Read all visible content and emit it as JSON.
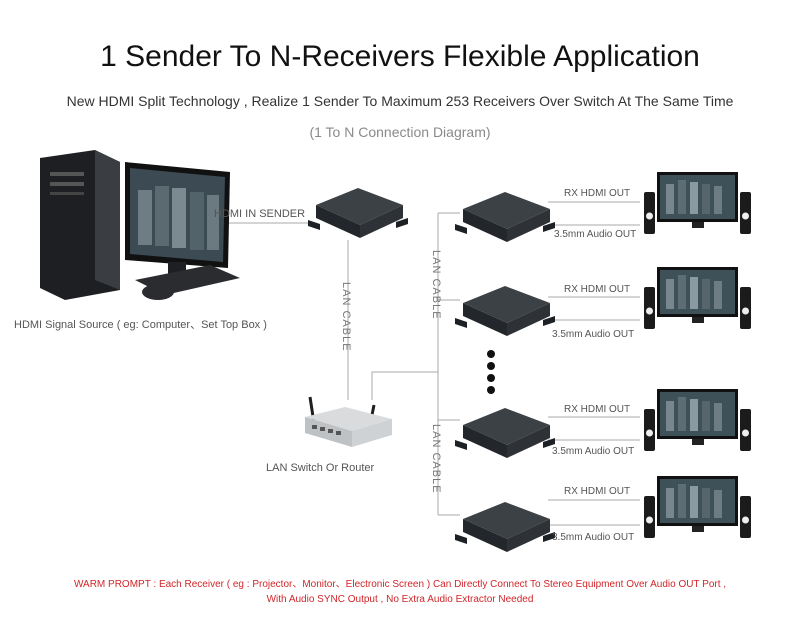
{
  "header": {
    "title": "1 Sender To N-Receivers Flexible Application",
    "subtitle": "New HDMI Split Technology , Realize 1 Sender To Maximum 253 Receivers Over Switch At The Same Time",
    "caption": "(1 To N Connection Diagram)"
  },
  "source": {
    "label": "HDMI Signal Source ( eg: Computer、Set Top Box )"
  },
  "sender": {
    "label": "HDMI IN SENDER"
  },
  "cables": {
    "lan_label_1": "LAN CABLE",
    "lan_label_2": "LAN CABLE",
    "lan_label_3": "LAN CABLE"
  },
  "switch": {
    "label": "LAN Switch Or Router"
  },
  "receivers": [
    {
      "hdmi_label": "RX HDMI OUT",
      "audio_label": "3.5mm Audio OUT"
    },
    {
      "hdmi_label": "RX HDMI OUT",
      "audio_label": "3.5mm Audio OUT"
    },
    {
      "hdmi_label": "RX HDMI OUT",
      "audio_label": "3.5mm Audio OUT"
    },
    {
      "hdmi_label": "RX HDMI OUT",
      "audio_label": "3.5mm Audio OUT"
    }
  ],
  "warning": {
    "line1": "WARM PROMPT : Each Receiver ( eg : Projector、Monitor、Electronic Screen ) Can Directly Connect To Stereo Equipment Over Audio OUT Port ,",
    "line2": "With Audio SYNC Output , No Extra Audio Extractor Needed"
  },
  "colors": {
    "warning": "#d0262a",
    "device_body": "#2b2f33",
    "line": "#9a9a9a"
  }
}
